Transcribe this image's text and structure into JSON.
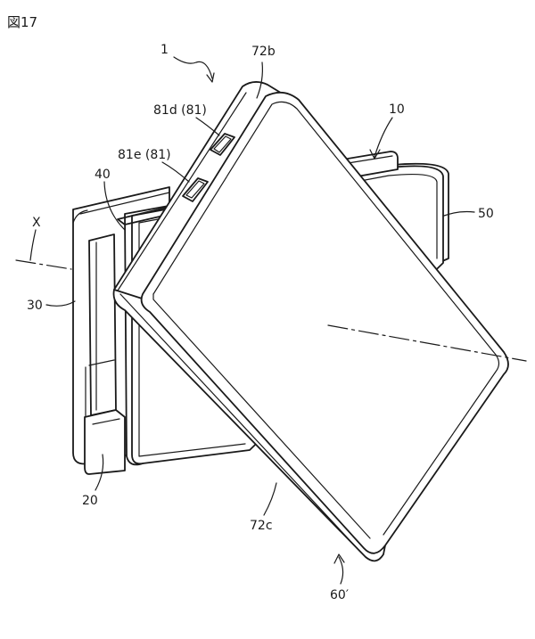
{
  "figure": {
    "number": "図17"
  },
  "labels": {
    "l1": "1",
    "l72b": "72b",
    "l81d": "81d (81)",
    "l81e": "81e (81)",
    "l10": "10",
    "l40": "40",
    "l50": "50",
    "lX": "X",
    "l30": "30",
    "l20": "20",
    "l72c": "72c",
    "l60": "60′"
  }
}
